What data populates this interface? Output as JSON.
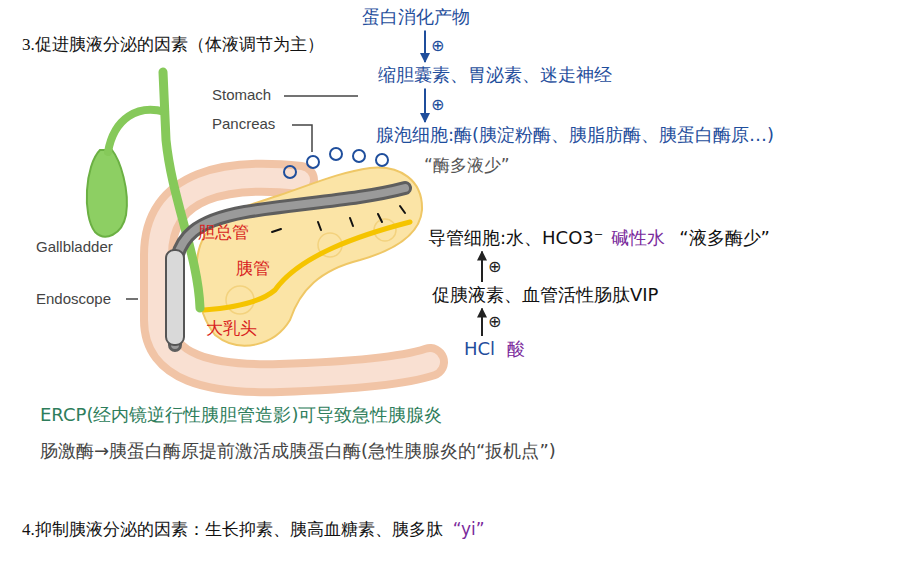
{
  "diagram": {
    "title": "3.促进胰液分泌的因素（体液调节为主）",
    "nodes": [
      {
        "text": [
          "蛋白消化产物"
        ]
      },
      {
        "text": [
          "缩胆囊素、胃泌素、迷走神经"
        ]
      },
      {
        "text": [
          "腺泡细胞:酶(胰淀粉酶、胰脂肪酶、胰蛋白酶原…)"
        ]
      },
      {
        "text": [
          "导管细胞:水、HCO3⁻"
        ]
      },
      {
        "text": [
          "促胰液素、血管活性肠肽VIP"
        ]
      },
      {
        "text": [
          "HCl"
        ]
      }
    ],
    "edges": [
      {
        "from": 0,
        "to": 1,
        "arrow": "to",
        "label": "⊕"
      },
      {
        "from": 1,
        "to": 2,
        "arrow": "to",
        "label": "⊕"
      },
      {
        "from": 5,
        "to": 4,
        "arrow": "to",
        "label": "⊕"
      },
      {
        "from": 4,
        "to": 3,
        "arrow": "to",
        "label": "⊕"
      }
    ],
    "labels": [
      "Stomach",
      "Pancreas",
      "Gallbladder",
      "Endoscope",
      "胆总管",
      "胰管",
      "大乳头",
      "“酶多液少”",
      "碱性水",
      "“液多酶少”",
      "酸",
      "ERCP(经内镜逆行性胰胆管造影)可导致急性胰腺炎",
      "肠激酶→胰蛋白酶原提前激活成胰蛋白酶(急性胰腺炎的“扳机点”)",
      "4.抑制胰液分泌的因素：生长抑素、胰高血糖素、胰多肽",
      "“yi”"
    ]
  }
}
